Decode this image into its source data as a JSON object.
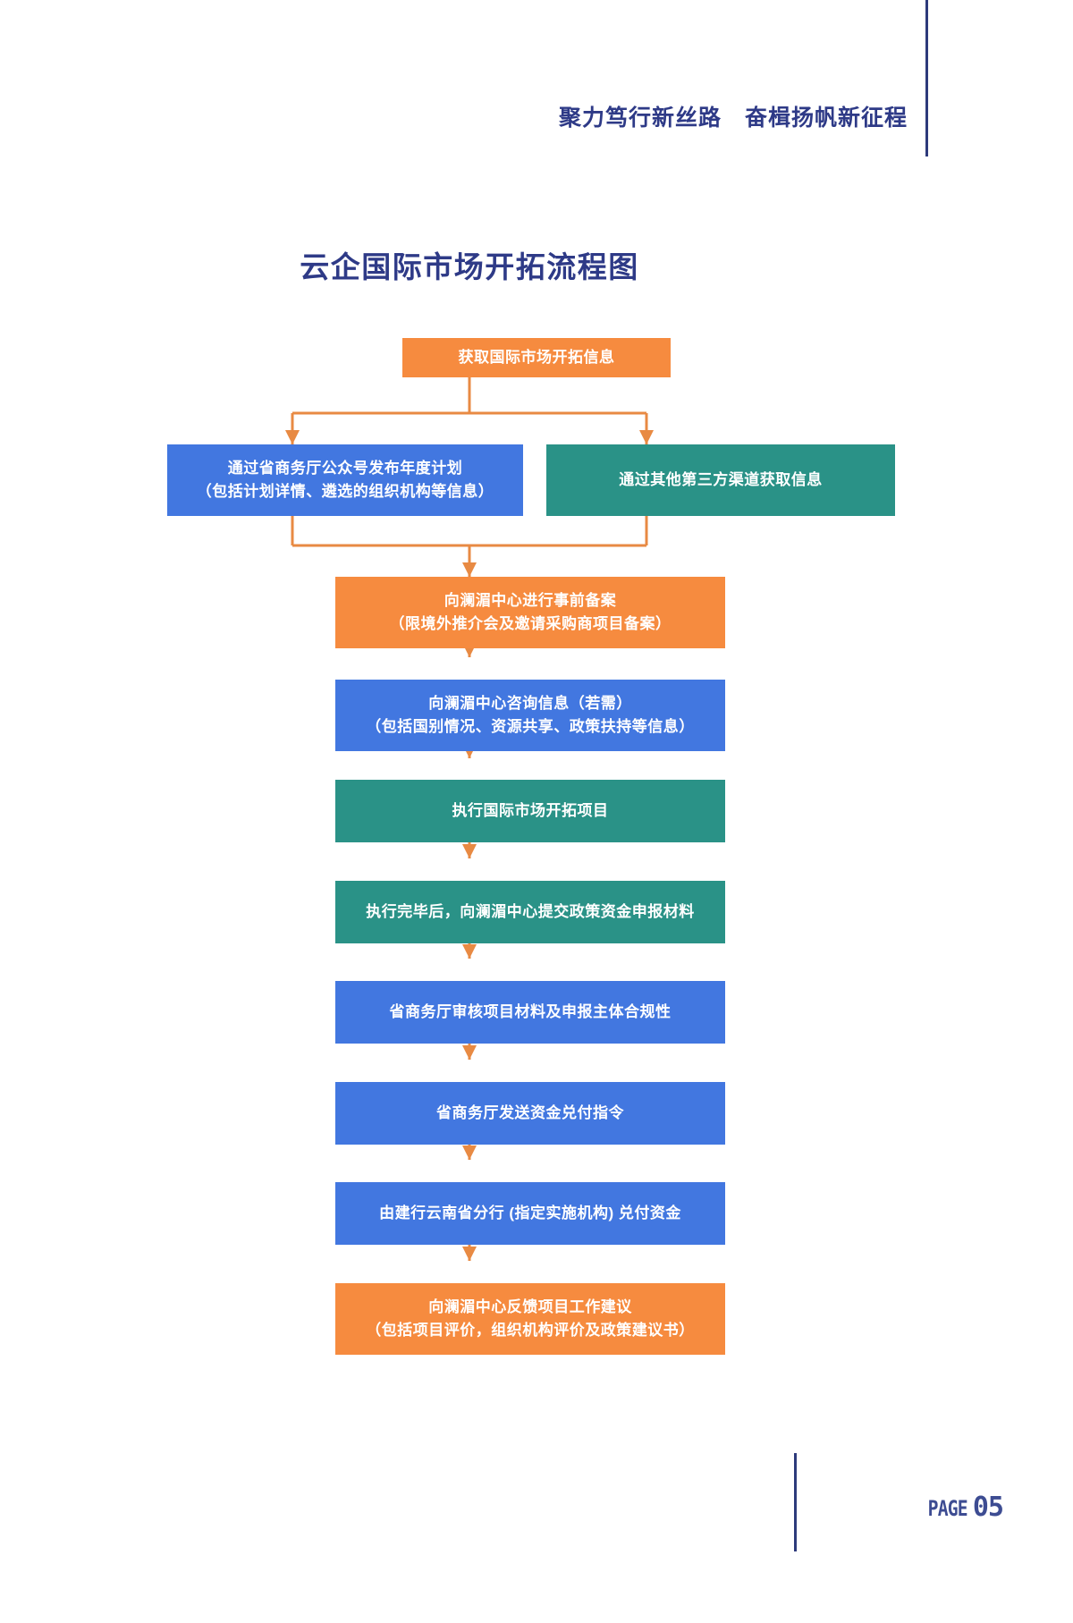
{
  "header": {
    "title": "聚力笃行新丝路　奋楫扬帆新征程"
  },
  "page_title": "云企国际市场开拓流程图",
  "footer": {
    "page_label": "PAGE",
    "page_value": "05"
  },
  "colors": {
    "orange": "#f68b3f",
    "blue": "#4277e0",
    "teal": "#2a9287",
    "navy": "#2e3a87",
    "connector": "#e88a43"
  },
  "chart_data": {
    "type": "diagram",
    "title": "云企国际市场开拓流程图",
    "nodes": [
      {
        "id": "start",
        "color": "orange",
        "lines": [
          "获取国际市场开拓信息"
        ]
      },
      {
        "id": "branch-left",
        "color": "blue",
        "lines": [
          "通过省商务厅公众号发布年度计划",
          "（包括计划详情、遴选的组织机构等信息）"
        ]
      },
      {
        "id": "branch-right",
        "color": "teal",
        "lines": [
          "通过其他第三方渠道获取信息"
        ]
      },
      {
        "id": "step-filing",
        "color": "orange",
        "lines": [
          "向澜湄中心进行事前备案",
          "（限境外推介会及邀请采购商项目备案）"
        ]
      },
      {
        "id": "step-consult",
        "color": "blue",
        "lines": [
          "向澜湄中心咨询信息（若需）",
          "（包括国别情况、资源共享、政策扶持等信息）"
        ]
      },
      {
        "id": "step-execute",
        "color": "teal",
        "lines": [
          "执行国际市场开拓项目"
        ]
      },
      {
        "id": "step-submit",
        "color": "teal",
        "lines": [
          "执行完毕后，向澜湄中心提交政策资金申报材料"
        ]
      },
      {
        "id": "step-review",
        "color": "blue",
        "lines": [
          "省商务厅审核项目材料及申报主体合规性"
        ]
      },
      {
        "id": "step-instruct",
        "color": "blue",
        "lines": [
          "省商务厅发送资金兑付指令"
        ]
      },
      {
        "id": "step-pay",
        "color": "blue",
        "lines": [
          "由建行云南省分行 (指定实施机构) 兑付资金"
        ]
      },
      {
        "id": "step-feedback",
        "color": "orange",
        "lines": [
          "向澜湄中心反馈项目工作建议",
          "（包括项目评价，组织机构评价及政策建议书）"
        ]
      }
    ],
    "edges": [
      {
        "from": "start",
        "to": "branch-left",
        "style": "split"
      },
      {
        "from": "start",
        "to": "branch-right",
        "style": "split"
      },
      {
        "from": "branch-left",
        "to": "step-filing",
        "style": "merge"
      },
      {
        "from": "branch-right",
        "to": "step-filing",
        "style": "merge"
      },
      {
        "from": "step-filing",
        "to": "step-consult",
        "style": "straight"
      },
      {
        "from": "step-consult",
        "to": "step-execute",
        "style": "straight"
      },
      {
        "from": "step-execute",
        "to": "step-submit",
        "style": "straight"
      },
      {
        "from": "step-submit",
        "to": "step-review",
        "style": "straight"
      },
      {
        "from": "step-review",
        "to": "step-instruct",
        "style": "straight"
      },
      {
        "from": "step-instruct",
        "to": "step-pay",
        "style": "straight"
      },
      {
        "from": "step-pay",
        "to": "step-feedback",
        "style": "straight"
      }
    ]
  }
}
